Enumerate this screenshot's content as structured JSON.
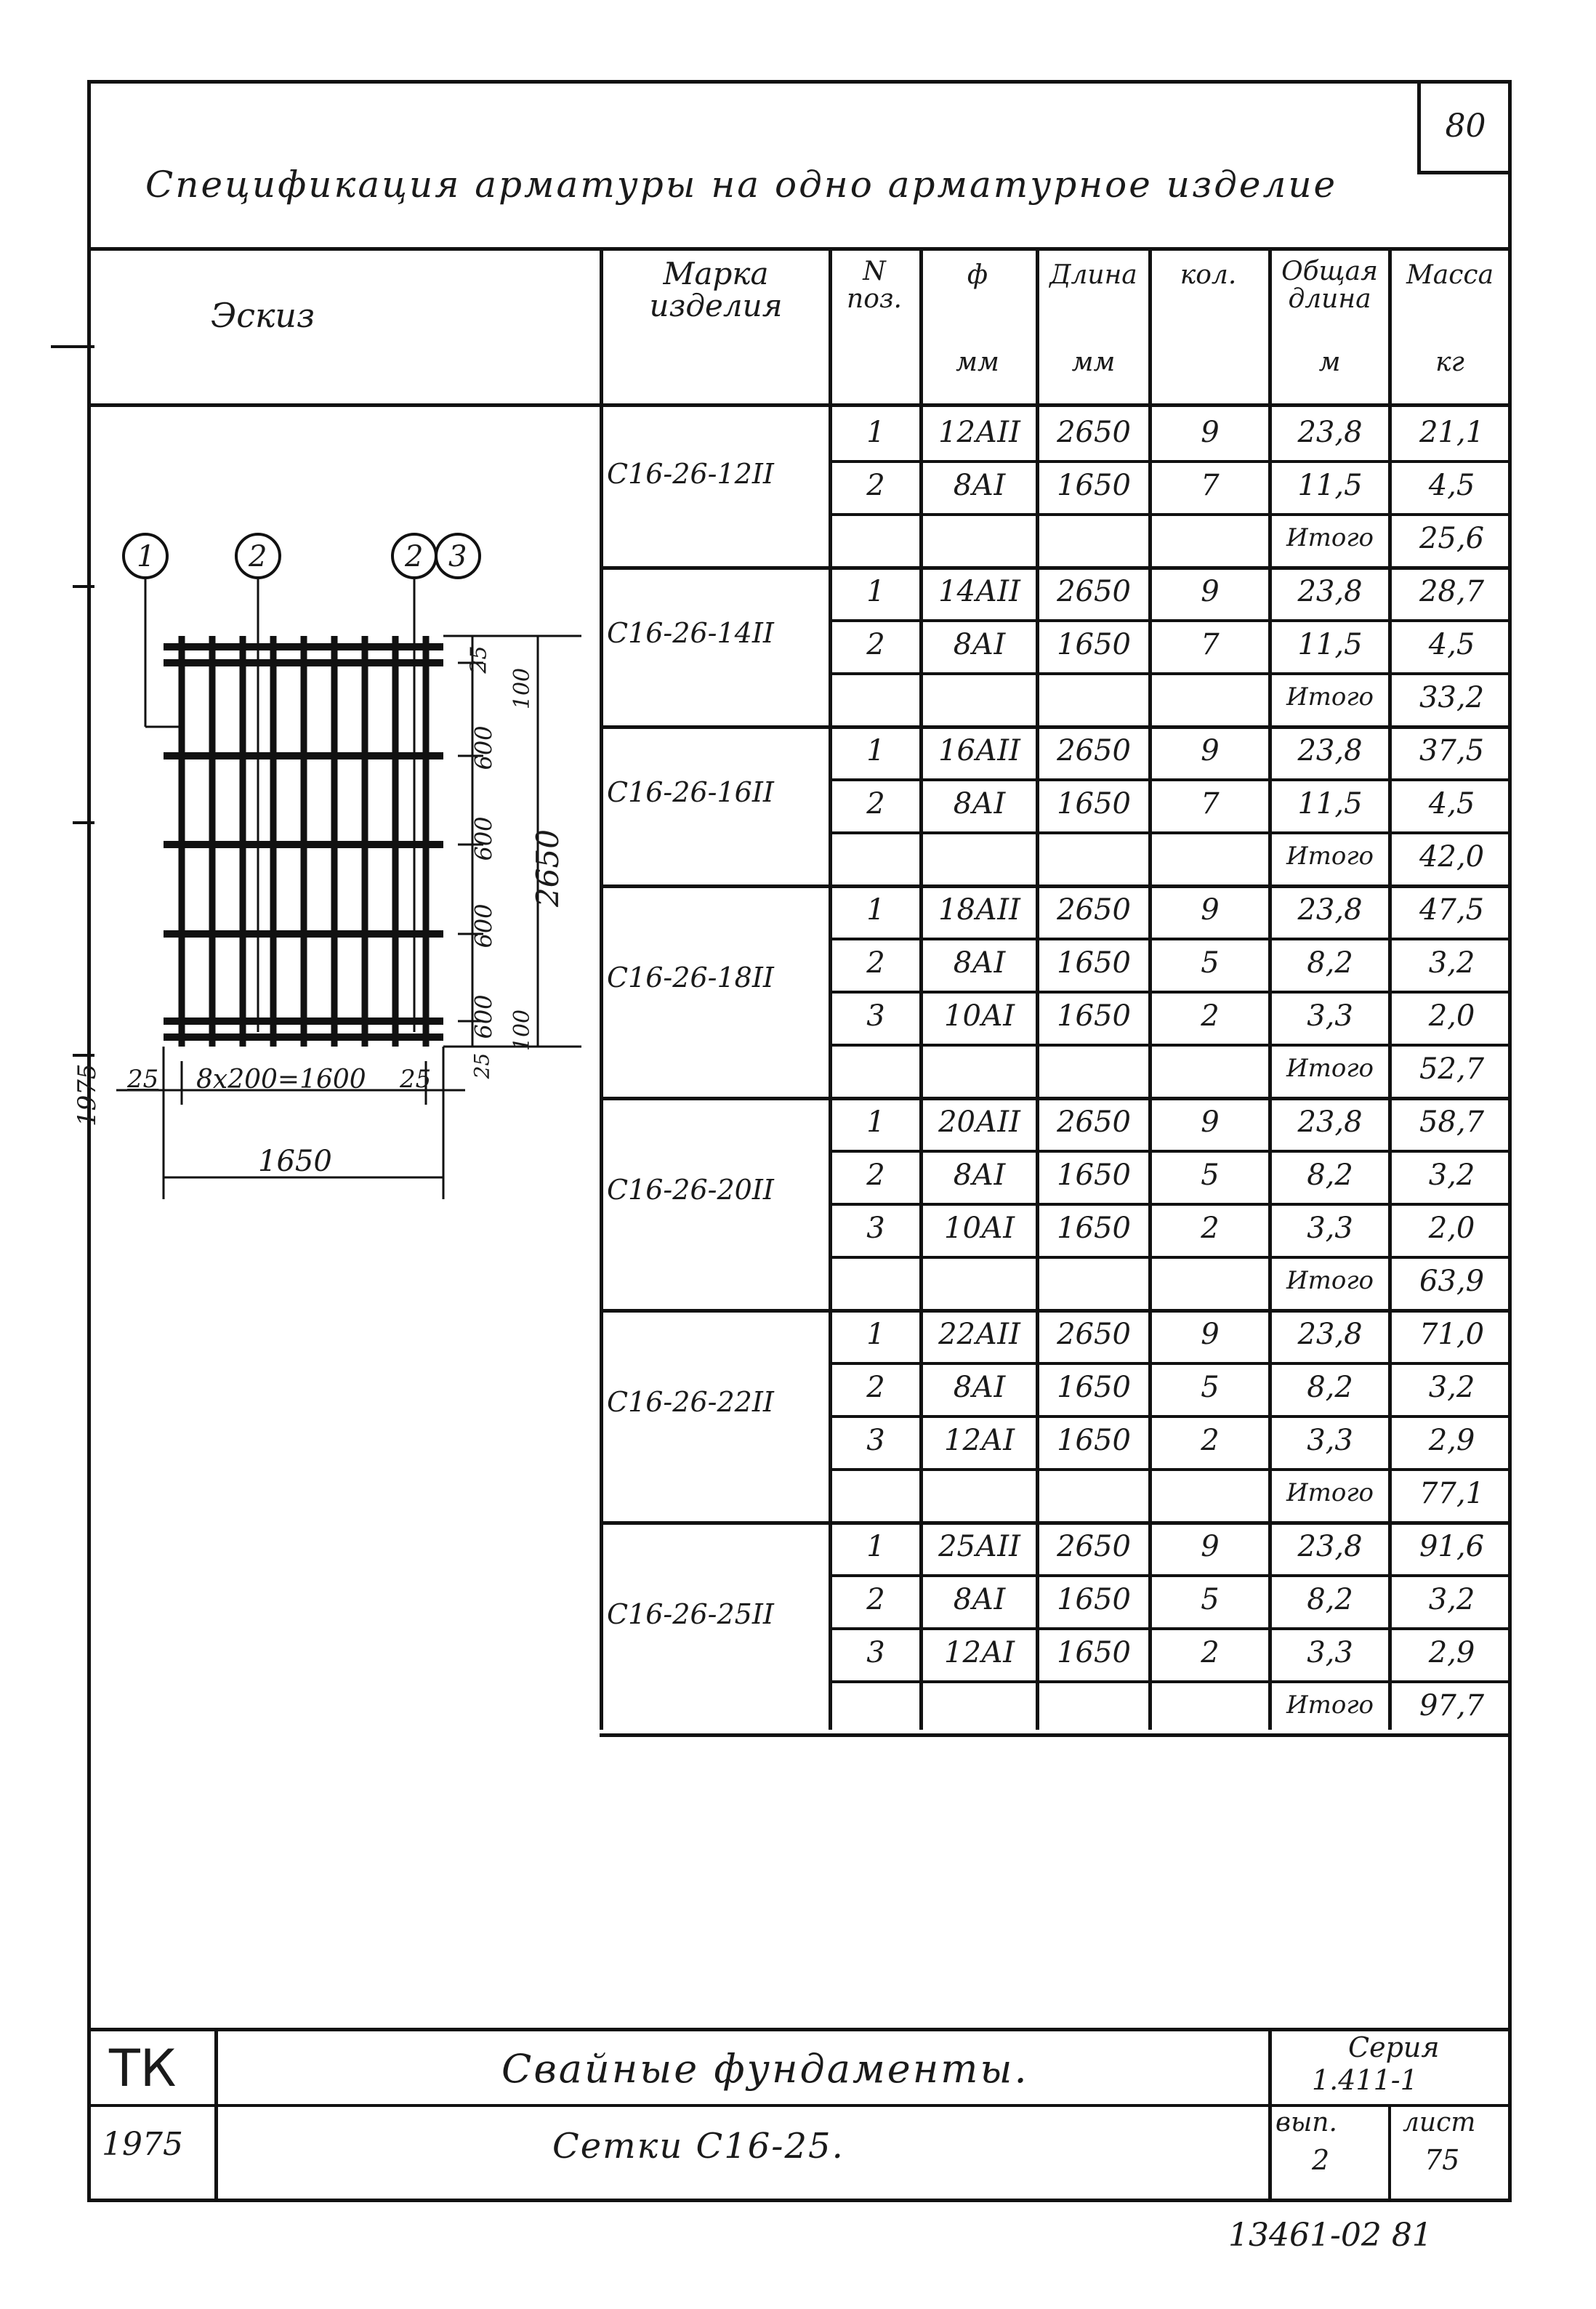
{
  "sheet_number": "80",
  "title": "Спецификация арматуры на одно арматурное изделие",
  "header": {
    "sketch": "Эскиз",
    "mark": "Марка изделия",
    "pos": "N поз.",
    "dia": "ф",
    "dia_unit": "мм",
    "length": "Длина",
    "length_unit": "мм",
    "qty": "кол.",
    "total_length": "Общая длина",
    "total_length_unit": "м",
    "mass": "Масса",
    "mass_unit": "кг"
  },
  "total_label": "Итого",
  "groups": [
    {
      "mark": "С16-26-12II",
      "rows": [
        {
          "pos": "1",
          "dia": "12АII",
          "len": "2650",
          "qty": "9",
          "tlen": "23,8",
          "mass": "21,1"
        },
        {
          "pos": "2",
          "dia": "8АI",
          "len": "1650",
          "qty": "7",
          "tlen": "11,5",
          "mass": "4,5"
        }
      ],
      "total": "25,6"
    },
    {
      "mark": "С16-26-14II",
      "rows": [
        {
          "pos": "1",
          "dia": "14АII",
          "len": "2650",
          "qty": "9",
          "tlen": "23,8",
          "mass": "28,7"
        },
        {
          "pos": "2",
          "dia": "8АI",
          "len": "1650",
          "qty": "7",
          "tlen": "11,5",
          "mass": "4,5"
        }
      ],
      "total": "33,2"
    },
    {
      "mark": "С16-26-16II",
      "rows": [
        {
          "pos": "1",
          "dia": "16АII",
          "len": "2650",
          "qty": "9",
          "tlen": "23,8",
          "mass": "37,5"
        },
        {
          "pos": "2",
          "dia": "8АI",
          "len": "1650",
          "qty": "7",
          "tlen": "11,5",
          "mass": "4,5"
        }
      ],
      "total": "42,0"
    },
    {
      "mark": "С16-26-18II",
      "rows": [
        {
          "pos": "1",
          "dia": "18АII",
          "len": "2650",
          "qty": "9",
          "tlen": "23,8",
          "mass": "47,5"
        },
        {
          "pos": "2",
          "dia": "8АI",
          "len": "1650",
          "qty": "5",
          "tlen": "8,2",
          "mass": "3,2"
        },
        {
          "pos": "3",
          "dia": "10АI",
          "len": "1650",
          "qty": "2",
          "tlen": "3,3",
          "mass": "2,0"
        }
      ],
      "total": "52,7"
    },
    {
      "mark": "С16-26-20II",
      "rows": [
        {
          "pos": "1",
          "dia": "20АII",
          "len": "2650",
          "qty": "9",
          "tlen": "23,8",
          "mass": "58,7"
        },
        {
          "pos": "2",
          "dia": "8АI",
          "len": "1650",
          "qty": "5",
          "tlen": "8,2",
          "mass": "3,2"
        },
        {
          "pos": "3",
          "dia": "10АI",
          "len": "1650",
          "qty": "2",
          "tlen": "3,3",
          "mass": "2,0"
        }
      ],
      "total": "63,9"
    },
    {
      "mark": "С16-26-22II",
      "rows": [
        {
          "pos": "1",
          "dia": "22АII",
          "len": "2650",
          "qty": "9",
          "tlen": "23,8",
          "mass": "71,0"
        },
        {
          "pos": "2",
          "dia": "8АI",
          "len": "1650",
          "qty": "5",
          "tlen": "8,2",
          "mass": "3,2"
        },
        {
          "pos": "3",
          "dia": "12АI",
          "len": "1650",
          "qty": "2",
          "tlen": "3,3",
          "mass": "2,9"
        }
      ],
      "total": "77,1"
    },
    {
      "mark": "С16-26-25II",
      "rows": [
        {
          "pos": "1",
          "dia": "25АII",
          "len": "2650",
          "qty": "9",
          "tlen": "23,8",
          "mass": "91,6"
        },
        {
          "pos": "2",
          "dia": "8АI",
          "len": "1650",
          "qty": "5",
          "tlen": "8,2",
          "mass": "3,2"
        },
        {
          "pos": "3",
          "dia": "12АI",
          "len": "1650",
          "qty": "2",
          "tlen": "3,3",
          "mass": "2,9"
        }
      ],
      "total": "97,7"
    }
  ],
  "sketch": {
    "callouts": [
      "1",
      "2",
      "2",
      "3"
    ],
    "dim_top_25": "25",
    "dim_100_top": "100",
    "dim_600": "600",
    "dim_100_bottom": "100",
    "dim_25_bottom": "25",
    "dim_total_height": "2650",
    "dim_left_25": "25",
    "dim_spacing": "8х200=1600",
    "dim_right_25": "25",
    "dim_total_width": "1650"
  },
  "stamp": {
    "code": "ТК",
    "year": "1975",
    "main_title": "Свайные фундаменты.",
    "sub_title": "Сетки С16-25.",
    "series_label": "Серия",
    "series_value": "1.411-1",
    "issue_label": "вып.",
    "issue_value": "2",
    "sheet_label": "лист",
    "sheet_value": "75"
  },
  "margin_year": "1975",
  "footer_code": "13461-02  81"
}
